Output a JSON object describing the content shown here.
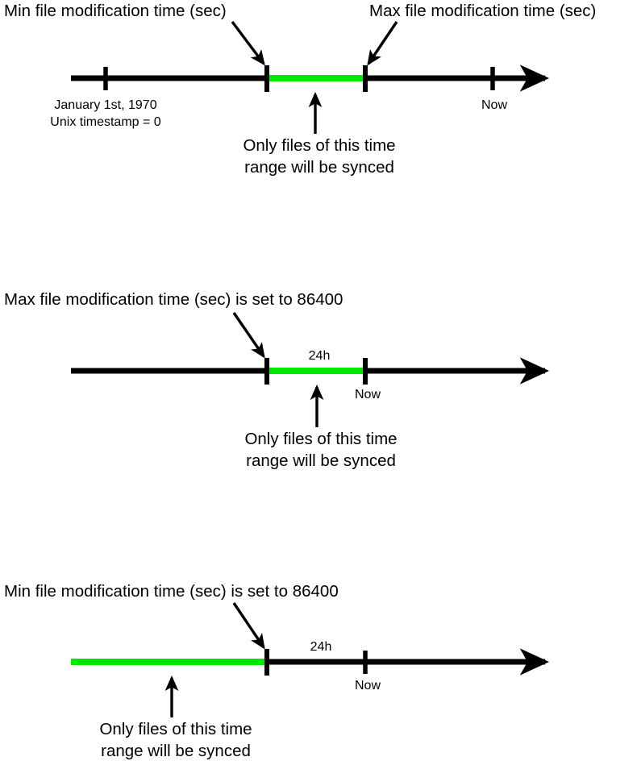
{
  "figure": {
    "title_semantic": "file-modification-time-sync-range-timelines",
    "colors": {
      "axis": "#000000",
      "highlight_green": "#00E800",
      "background": "#FFFFFF",
      "text": "#000000"
    }
  },
  "diagram_data": {
    "type": "timeline",
    "panels": [
      {
        "id": "panel-both-bounds",
        "axis": {
          "start_label": "January 1st, 1970",
          "start_sublabel": "Unix timestamp = 0",
          "end_arrow": true
        },
        "ticks": [
          {
            "name": "epoch-tick",
            "label": "January 1st, 1970",
            "sublabel": "Unix timestamp = 0"
          },
          {
            "name": "min-tick",
            "label": ""
          },
          {
            "name": "max-tick",
            "label": ""
          },
          {
            "name": "now-tick",
            "label": "Now"
          }
        ],
        "annotations": [
          {
            "name": "min-annotation",
            "text": "Min file modification time (sec)"
          },
          {
            "name": "max-annotation",
            "text": "Max file modification time (sec)"
          },
          {
            "name": "range-annotation",
            "line1": "Only files of this time",
            "line2": "range will be synced"
          }
        ],
        "highlight": {
          "from": "min-tick",
          "to": "max-tick",
          "label": ""
        }
      },
      {
        "id": "panel-max-set",
        "axis": {
          "end_arrow": true
        },
        "ticks": [
          {
            "name": "min-tick",
            "label": ""
          },
          {
            "name": "now-tick",
            "label": "Now"
          }
        ],
        "annotations": [
          {
            "name": "max-annotation",
            "text": "Max file modification time (sec) is set to 86400"
          },
          {
            "name": "range-annotation",
            "line1": "Only files of this time",
            "line2": "range will be synced"
          }
        ],
        "highlight": {
          "from": "min-tick",
          "to": "now-tick",
          "label": "24h"
        }
      },
      {
        "id": "panel-min-set",
        "axis": {
          "end_arrow": true
        },
        "ticks": [
          {
            "name": "min-tick",
            "label": ""
          },
          {
            "name": "now-tick",
            "label": "Now"
          }
        ],
        "annotations": [
          {
            "name": "min-annotation",
            "text": "Min file modification time (sec) is set to 86400"
          },
          {
            "name": "range-annotation",
            "line1": "Only files of this time",
            "line2": "range will be synced"
          }
        ],
        "highlight": {
          "from": "axis-start",
          "to": "min-tick",
          "label": "24h"
        }
      }
    ]
  },
  "panel1": {
    "min_label": "Min file modification time (sec)",
    "max_label": "Max file modification time (sec)",
    "epoch_line1": "January 1st, 1970",
    "epoch_line2": "Unix timestamp = 0",
    "now_label": "Now",
    "range_line1": "Only files of this time",
    "range_line2": "range will be synced"
  },
  "panel2": {
    "header_label": "Max file modification time (sec) is set to 86400",
    "duration_label": "24h",
    "now_label": "Now",
    "range_line1": "Only files of this time",
    "range_line2": "range will be synced"
  },
  "panel3": {
    "header_label": "Min file modification time (sec) is set to 86400",
    "duration_label": "24h",
    "now_label": "Now",
    "range_line1": "Only files of this time",
    "range_line2": "range will be synced"
  }
}
